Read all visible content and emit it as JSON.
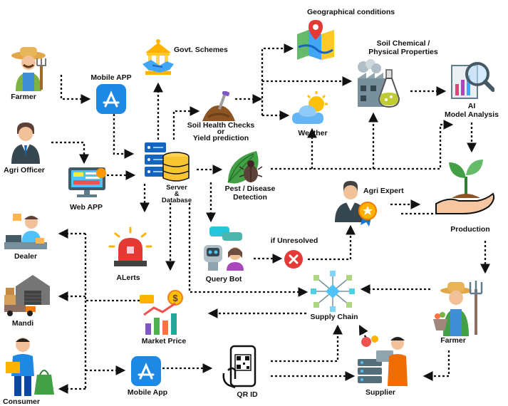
{
  "nodes": {
    "farmer_top": "Farmer",
    "agri_officer": "Agri Officer",
    "mobile_app_top": "Mobile APP",
    "web_app": "Web APP",
    "govt_schemes": "Govt. Schemes",
    "server_database": "Server\n&\nDatabase",
    "soil_health": "Soil Health Checks\nor\nYield prediction",
    "geo_conditions": "Geographical conditions",
    "soil_properties": "Soil Chemical /\nPhysical Properties",
    "weather": "Weather",
    "ai_model": "AI\nModel Analysis",
    "pest_detection": "Pest / Disease\nDetection",
    "agri_expert": "Agri Expert",
    "production": "Production",
    "dealer": "Dealer",
    "mandi": "Mandi",
    "consumer": "Consumer",
    "alerts": "ALerts",
    "market_price": "Market Price",
    "query_bot": "Query Bot",
    "if_unresolved": "if Unresolved",
    "supply_chain": "Supply Chain",
    "farmer_right": "Farmer",
    "mobile_app_bottom": "Mobile App",
    "qr_id": "QR ID",
    "supplier": "Supplier"
  },
  "colors": {
    "arrow": "#111111",
    "app_blue": "#1e88e5",
    "server_blue": "#1565c0",
    "database_yellow": "#f9c531",
    "alert_red": "#e53935",
    "leaf_green": "#43a047",
    "supply_chain_cyan": "#4fc3f7",
    "unresolved_red": "#e53935"
  },
  "icons": {
    "farmer_top": "farmer-icon",
    "agri_officer": "officer-icon",
    "mobile_app_top": "app-store-icon",
    "web_app": "monitor-icon",
    "govt_schemes": "handshake-icon",
    "server_database": "server-database-icon",
    "soil_health": "soil-shovel-icon",
    "geo_conditions": "map-pin-icon",
    "soil_properties": "lab-factory-icon",
    "weather": "cloud-sun-icon",
    "ai_model": "analytics-magnifier-icon",
    "pest_detection": "leaf-bug-icon",
    "agri_expert": "expert-badge-icon",
    "production": "hand-plant-icon",
    "dealer": "dealer-icon",
    "mandi": "warehouse-truck-icon",
    "consumer": "shopper-icon",
    "alerts": "siren-icon",
    "market_price": "price-chart-icon",
    "query_bot": "chatbot-icon",
    "if_unresolved": "x-circle-icon",
    "supply_chain": "network-cubes-icon",
    "farmer_right": "farmer-pitchfork-icon",
    "mobile_app_bottom": "app-store-icon",
    "qr_id": "qr-phone-icon",
    "supplier": "supplier-server-icon"
  }
}
